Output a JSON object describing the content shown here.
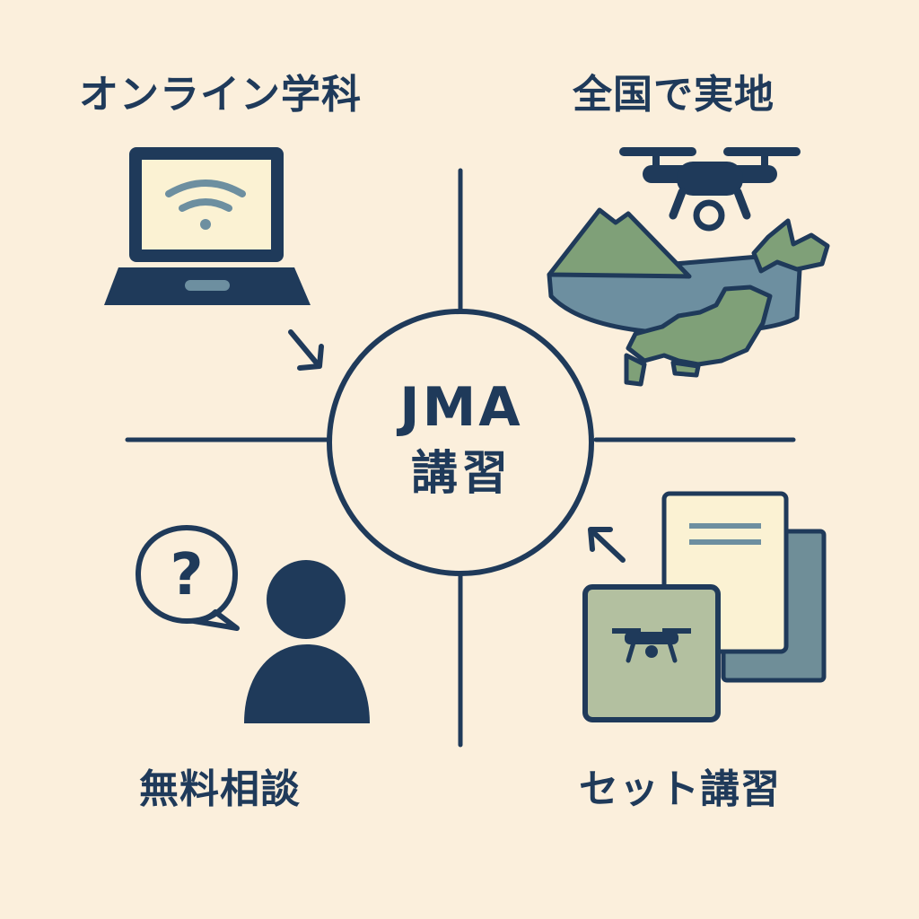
{
  "center": {
    "brand": "JMA",
    "course": "講習"
  },
  "quadrants": {
    "online": {
      "label": "オンライン学科",
      "icon": "laptop-wifi-icon"
    },
    "nationwide": {
      "label": "全国で実地",
      "icon": "drone-japan-map-icon"
    },
    "consult": {
      "label": "無料相談",
      "icon": "person-question-icon"
    },
    "set": {
      "label": "セット講習",
      "icon": "documents-drone-icon"
    }
  },
  "colors": {
    "background": "#fbefdc",
    "navy": "#1f3a5a",
    "green": "#7fa078",
    "blue": "#6d8fa0",
    "paper": "#fbf2d3",
    "sage": "#b3c0a0",
    "slate": "#6f8e98"
  }
}
